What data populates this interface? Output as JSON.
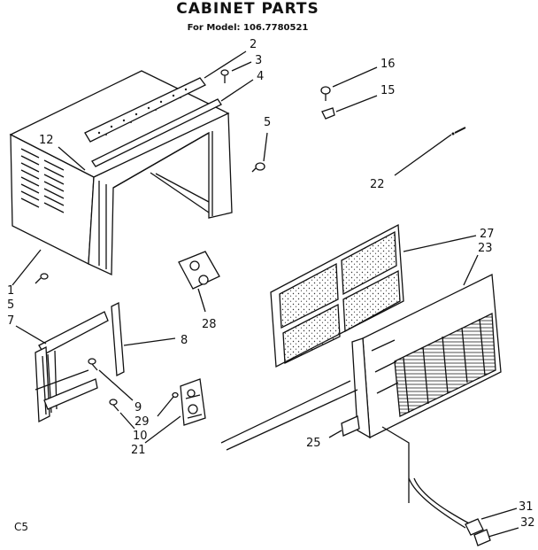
{
  "header": {
    "title": "CABINET PARTS",
    "model_line": "For Model: 106.7780521"
  },
  "footer": {
    "code": "C5"
  },
  "parts": [
    {
      "id": "p1",
      "label": "1"
    },
    {
      "id": "p2",
      "label": "2"
    },
    {
      "id": "p3",
      "label": "3"
    },
    {
      "id": "p4",
      "label": "4"
    },
    {
      "id": "p5a",
      "label": "5"
    },
    {
      "id": "p5b",
      "label": "5"
    },
    {
      "id": "p7",
      "label": "7"
    },
    {
      "id": "p8",
      "label": "8"
    },
    {
      "id": "p9",
      "label": "9"
    },
    {
      "id": "p10",
      "label": "10"
    },
    {
      "id": "p12",
      "label": "12"
    },
    {
      "id": "p15",
      "label": "15"
    },
    {
      "id": "p16",
      "label": "16"
    },
    {
      "id": "p21",
      "label": "21"
    },
    {
      "id": "p22",
      "label": "22"
    },
    {
      "id": "p23",
      "label": "23"
    },
    {
      "id": "p25",
      "label": "25"
    },
    {
      "id": "p27",
      "label": "27"
    },
    {
      "id": "p28",
      "label": "28"
    },
    {
      "id": "p29",
      "label": "29"
    },
    {
      "id": "p31",
      "label": "31"
    },
    {
      "id": "p32",
      "label": "32"
    }
  ]
}
